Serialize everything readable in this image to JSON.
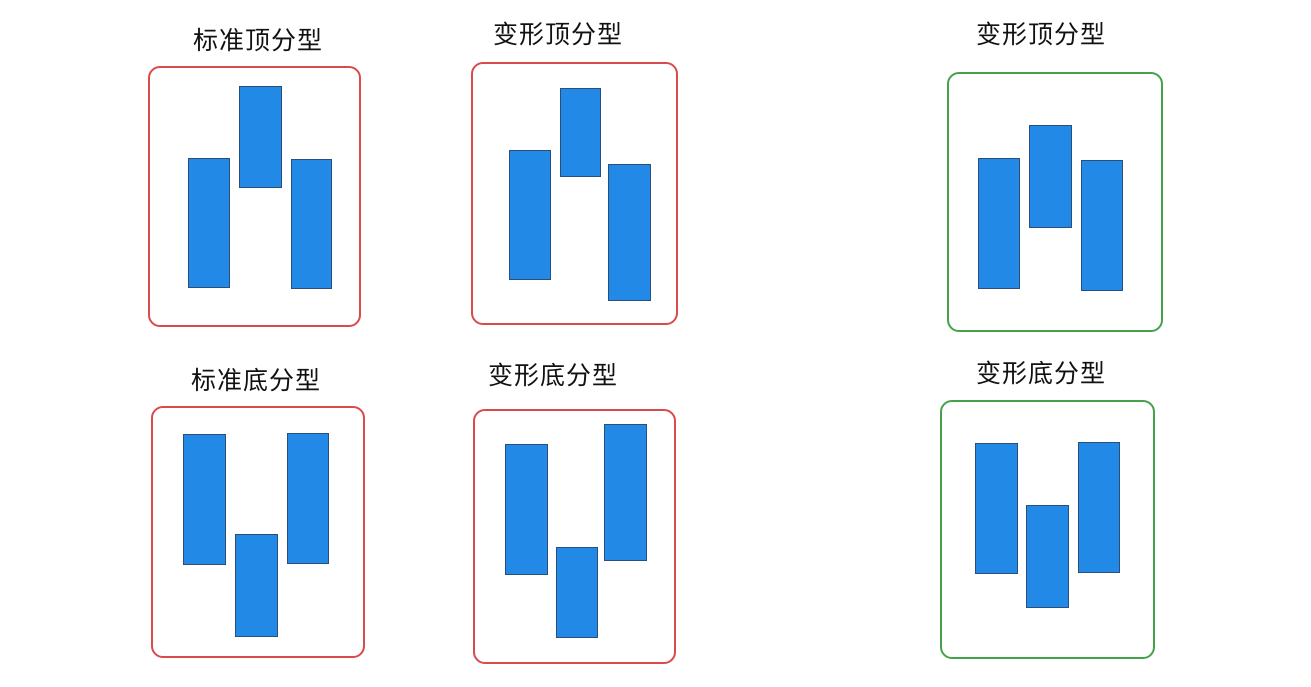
{
  "colors": {
    "bar": "#2389e6",
    "bar_edge": "#2a4f7a",
    "frame_red": "#d94a4a",
    "frame_green": "#44a24a",
    "text": "#111111"
  },
  "panels": [
    {
      "title": "标准顶分型",
      "frame_color": "red",
      "kind": "top"
    },
    {
      "title": "变形顶分型",
      "frame_color": "red",
      "kind": "top"
    },
    {
      "title": "变形顶分型",
      "frame_color": "green",
      "kind": "top"
    },
    {
      "title": "标准底分型",
      "frame_color": "red",
      "kind": "bottom"
    },
    {
      "title": "变形底分型",
      "frame_color": "red",
      "kind": "bottom"
    },
    {
      "title": "变形底分型",
      "frame_color": "green",
      "kind": "bottom"
    }
  ]
}
